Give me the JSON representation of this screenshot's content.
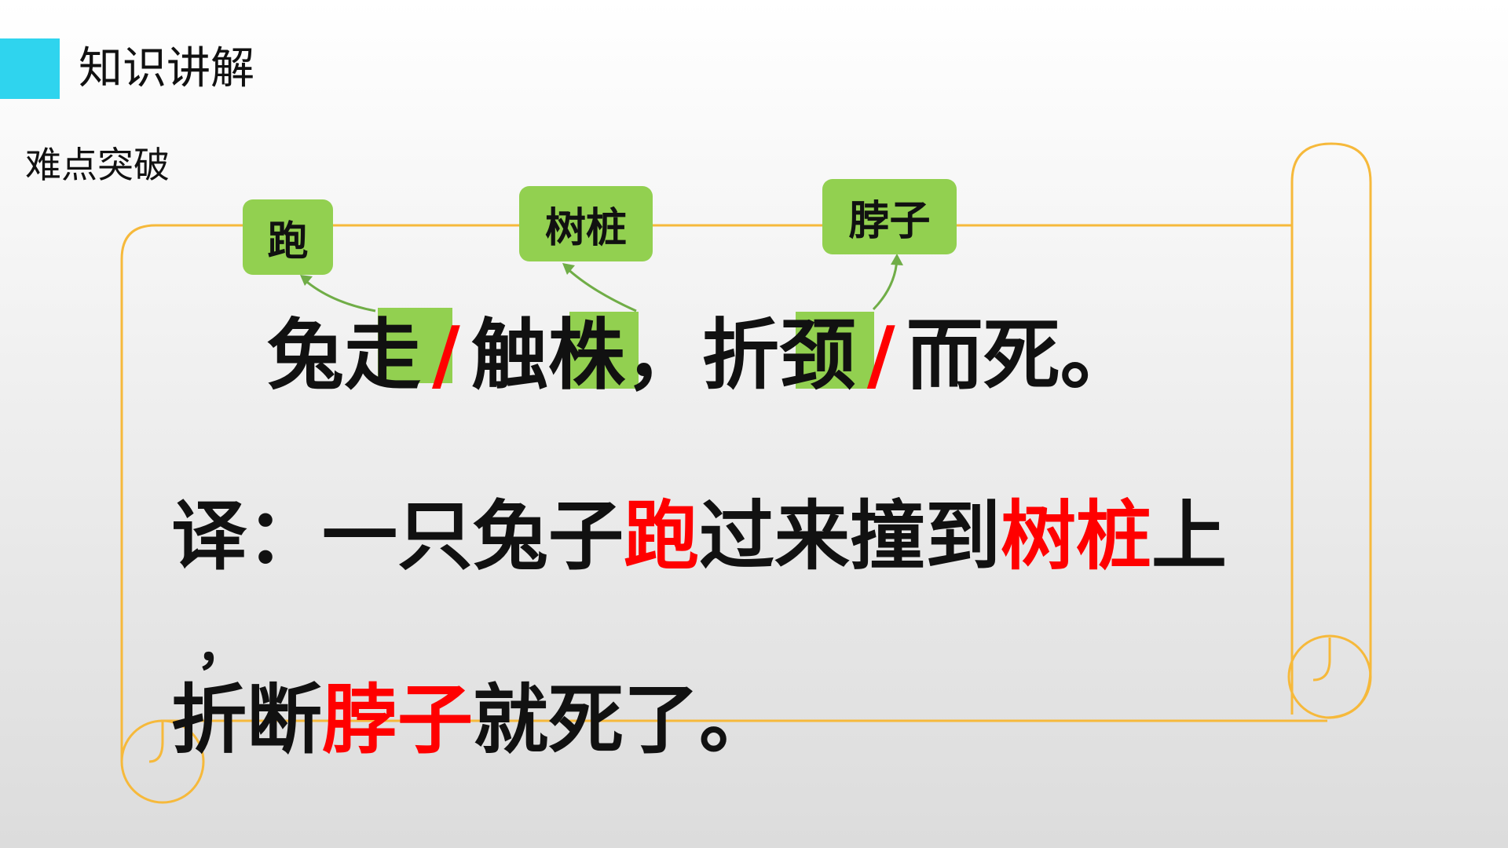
{
  "header": {
    "title": "知识讲解"
  },
  "section": {
    "subtitle": "难点突破"
  },
  "glosses": [
    {
      "label": "跑"
    },
    {
      "label": "树桩"
    },
    {
      "label": "脖子"
    }
  ],
  "sentence": {
    "parts": [
      {
        "text": "兔走",
        "role": "word"
      },
      {
        "text": "/",
        "role": "slash"
      },
      {
        "text": "触株，折颈",
        "role": "word"
      },
      {
        "text": "/",
        "role": "slash"
      },
      {
        "text": "而死。",
        "role": "word"
      }
    ]
  },
  "translation": {
    "line1": [
      {
        "text": "译：一只兔子",
        "highlight": false
      },
      {
        "text": "跑",
        "highlight": true
      },
      {
        "text": "过来撞到",
        "highlight": false
      },
      {
        "text": "树桩",
        "highlight": true
      },
      {
        "text": "上",
        "highlight": false
      }
    ],
    "stray_comma": "，",
    "line2": [
      {
        "text": "折断",
        "highlight": false
      },
      {
        "text": "脖子",
        "highlight": true
      },
      {
        "text": "就死了。",
        "highlight": false
      }
    ]
  },
  "colors": {
    "accent": "#2fd4ee",
    "gloss_bg": "#92d050",
    "scroll_outline": "#f6b93b",
    "highlight_text": "#ff0000",
    "arrow": "#70ad47"
  }
}
